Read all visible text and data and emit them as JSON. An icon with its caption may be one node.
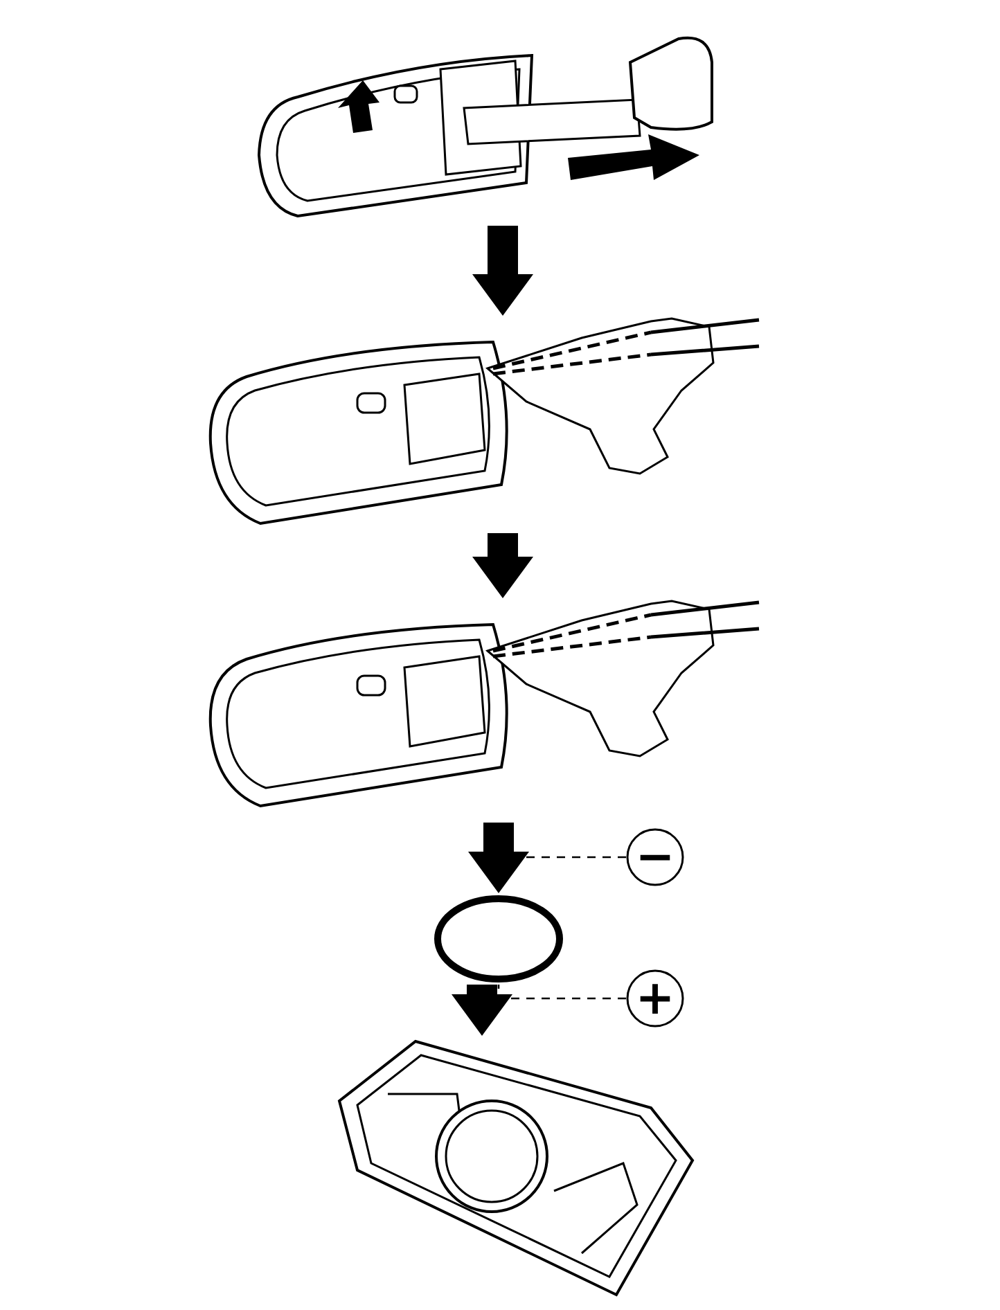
{
  "diagram": {
    "nodes": [
      {
        "text": [],
        "shape": "picture"
      },
      {
        "text": [],
        "shape": "picture"
      },
      {
        "text": [],
        "shape": "picture"
      },
      {
        "text": [],
        "shape": "circle"
      },
      {
        "text": [
          "−"
        ]
      },
      {
        "text": [
          "+"
        ]
      },
      {
        "text": [],
        "shape": "picture"
      }
    ],
    "edges": [
      {
        "from": 0,
        "to": 1,
        "arrow": "to"
      },
      {
        "from": 1,
        "to": 2,
        "arrow": "to"
      },
      {
        "from": 2,
        "to": 3,
        "arrow": "to"
      },
      {
        "from": 4,
        "to": 3,
        "arrow": "none",
        "style": "dashed"
      },
      {
        "from": 5,
        "to": 3,
        "arrow": "none",
        "style": "dashed"
      },
      {
        "from": 3,
        "to": 6,
        "arrow": "to"
      }
    ]
  }
}
